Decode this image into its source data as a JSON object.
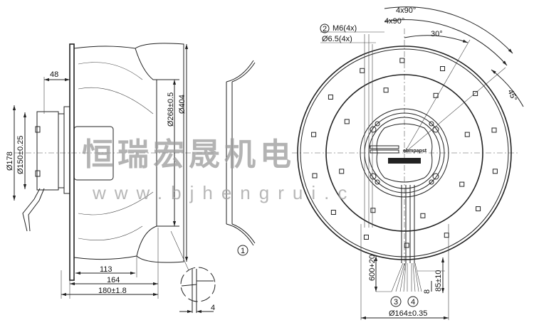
{
  "side_view": {
    "dim_motor_depth": "48",
    "dim_dia_178": "Ø178",
    "dim_dia_150": "Ø150±0.25",
    "dim_dia_268": "Ø268±0.5",
    "dim_dia_404": "Ø404",
    "dim_113": "113",
    "dim_164": "164",
    "dim_180": "180±1.8",
    "dim_detail_4": "4",
    "callout_inlet_ring": "1"
  },
  "front_view": {
    "angle_outer": "4x90°",
    "angle_inner": "4x90°",
    "angle_30": "30°",
    "angle_45": "45°",
    "callout_2": "2",
    "thread_label": "M6(4x)",
    "hole_label": "Ø6.5(4x)",
    "brand_label": "ebmpapst",
    "cable_length": "600+20",
    "dim_85": "85±10",
    "dim_8": "8",
    "callout_3": "3",
    "callout_4": "4",
    "dim_dia_164": "Ø164±0.35"
  },
  "watermark": {
    "company": "恒瑞宏晟机电",
    "website": "www.bjhengrui.c"
  }
}
